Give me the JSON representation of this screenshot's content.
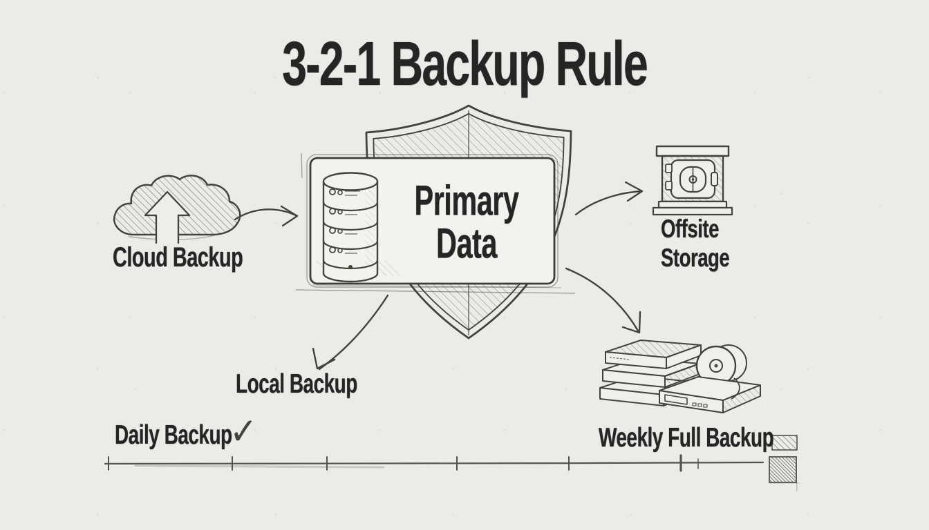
{
  "title": "3-2-1 Backup Rule",
  "colors": {
    "paper": "#ecebe7",
    "card": "#f3f2ee",
    "ink": "#45423c",
    "text": "#272523",
    "hatch": "#8d8a82"
  },
  "primary": {
    "line1": "Primary",
    "line2": "Data",
    "icon": "database-icon",
    "frame": "shield-icon"
  },
  "nodes": {
    "cloud": {
      "label": "Cloud Backup",
      "icon": "cloud-upload-icon"
    },
    "offsite": {
      "line1": "Offsite",
      "line2": "Storage",
      "icon": "safe-vault-icon"
    },
    "local": {
      "label": "Local Backup"
    },
    "weekly": {
      "label": "Weekly Full Backup",
      "icon": "backup-media-icon"
    }
  },
  "timeline": {
    "label": "Daily Backup",
    "checkmark": "✓",
    "tick_count": 7
  },
  "legend": {
    "swatches": [
      {
        "name": "light-hatch-swatch",
        "style": "light-diagonal-hatch"
      },
      {
        "name": "dense-hatch-swatch",
        "style": "dense-diagonal-hatch"
      }
    ]
  }
}
